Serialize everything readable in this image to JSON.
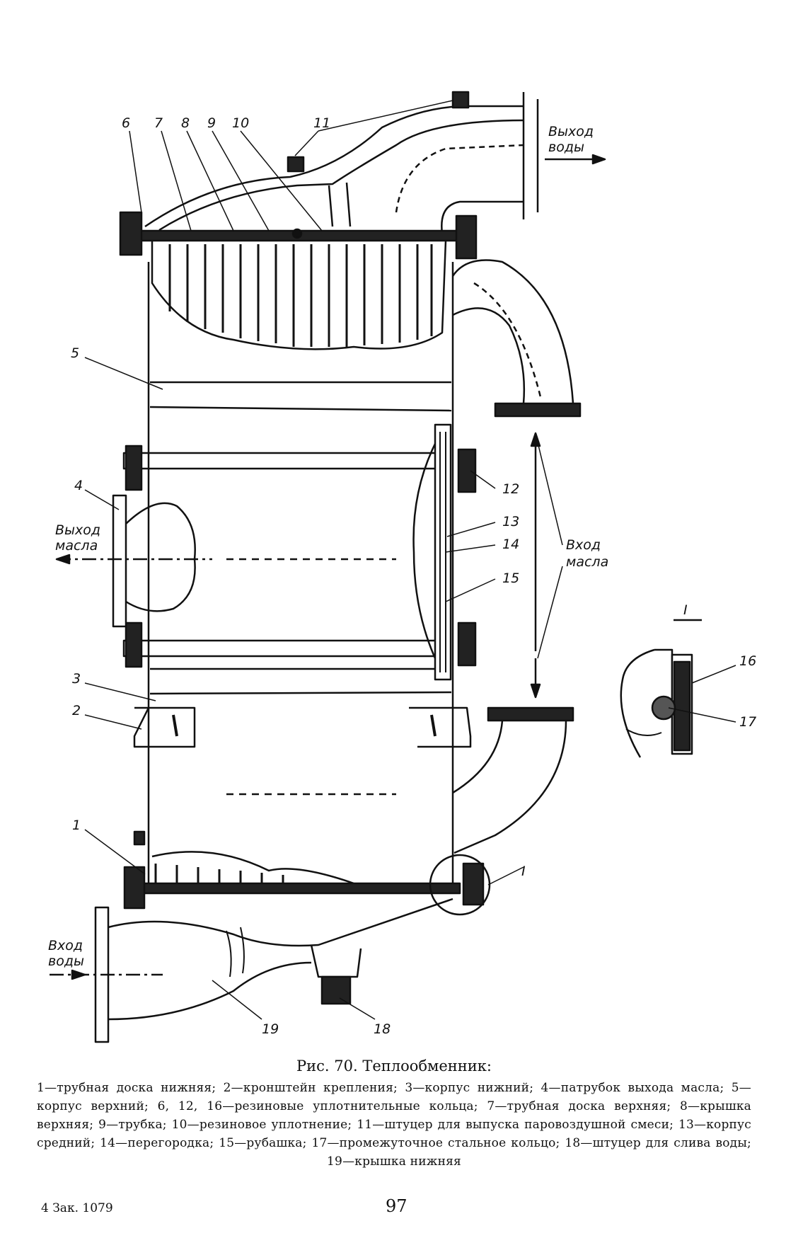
{
  "diagram": {
    "part_labels": {
      "p1": "1",
      "p2": "2",
      "p3": "3",
      "p4": "4",
      "p5": "5",
      "p6": "6",
      "p7": "7",
      "p8": "8",
      "p9": "9",
      "p10": "10",
      "p11": "11",
      "p12": "12",
      "p13": "13",
      "p14": "14",
      "p15": "15",
      "p16": "16",
      "p17": "17",
      "p18": "18",
      "p19": "19",
      "detail_mark": "I",
      "detail_title": "I"
    },
    "flow_notes": {
      "water_out_1": "Выход",
      "water_out_2": "воды",
      "oil_out_1": "Выход",
      "oil_out_2": "масла",
      "oil_in_1": "Вход",
      "oil_in_2": "масла",
      "water_in_1": "Вход",
      "water_in_2": "воды"
    }
  },
  "caption": {
    "title": "Рис. 70. Теплообменник:",
    "legend": "1—трубная доска нижняя; 2—кронштейн крепления; 3—корпус нижний; 4—патрубок выхода масла; 5—корпус верхний; 6, 12, 16—резиновые уплотнительные кольца; 7—трубная доска верхняя; 8—крышка верхняя; 9—трубка; 10—резиновое уплотнение; 11—штуцер для выпуска паровоздушной смеси; 13—корпус средний; 14—перегородка; 15—рубашка; 17—промежуточное стальное кольцо; 18—штуцер для слива воды; 19—крышка нижняя"
  },
  "footer": {
    "order": "4 Зак. 1079",
    "page": "97"
  }
}
